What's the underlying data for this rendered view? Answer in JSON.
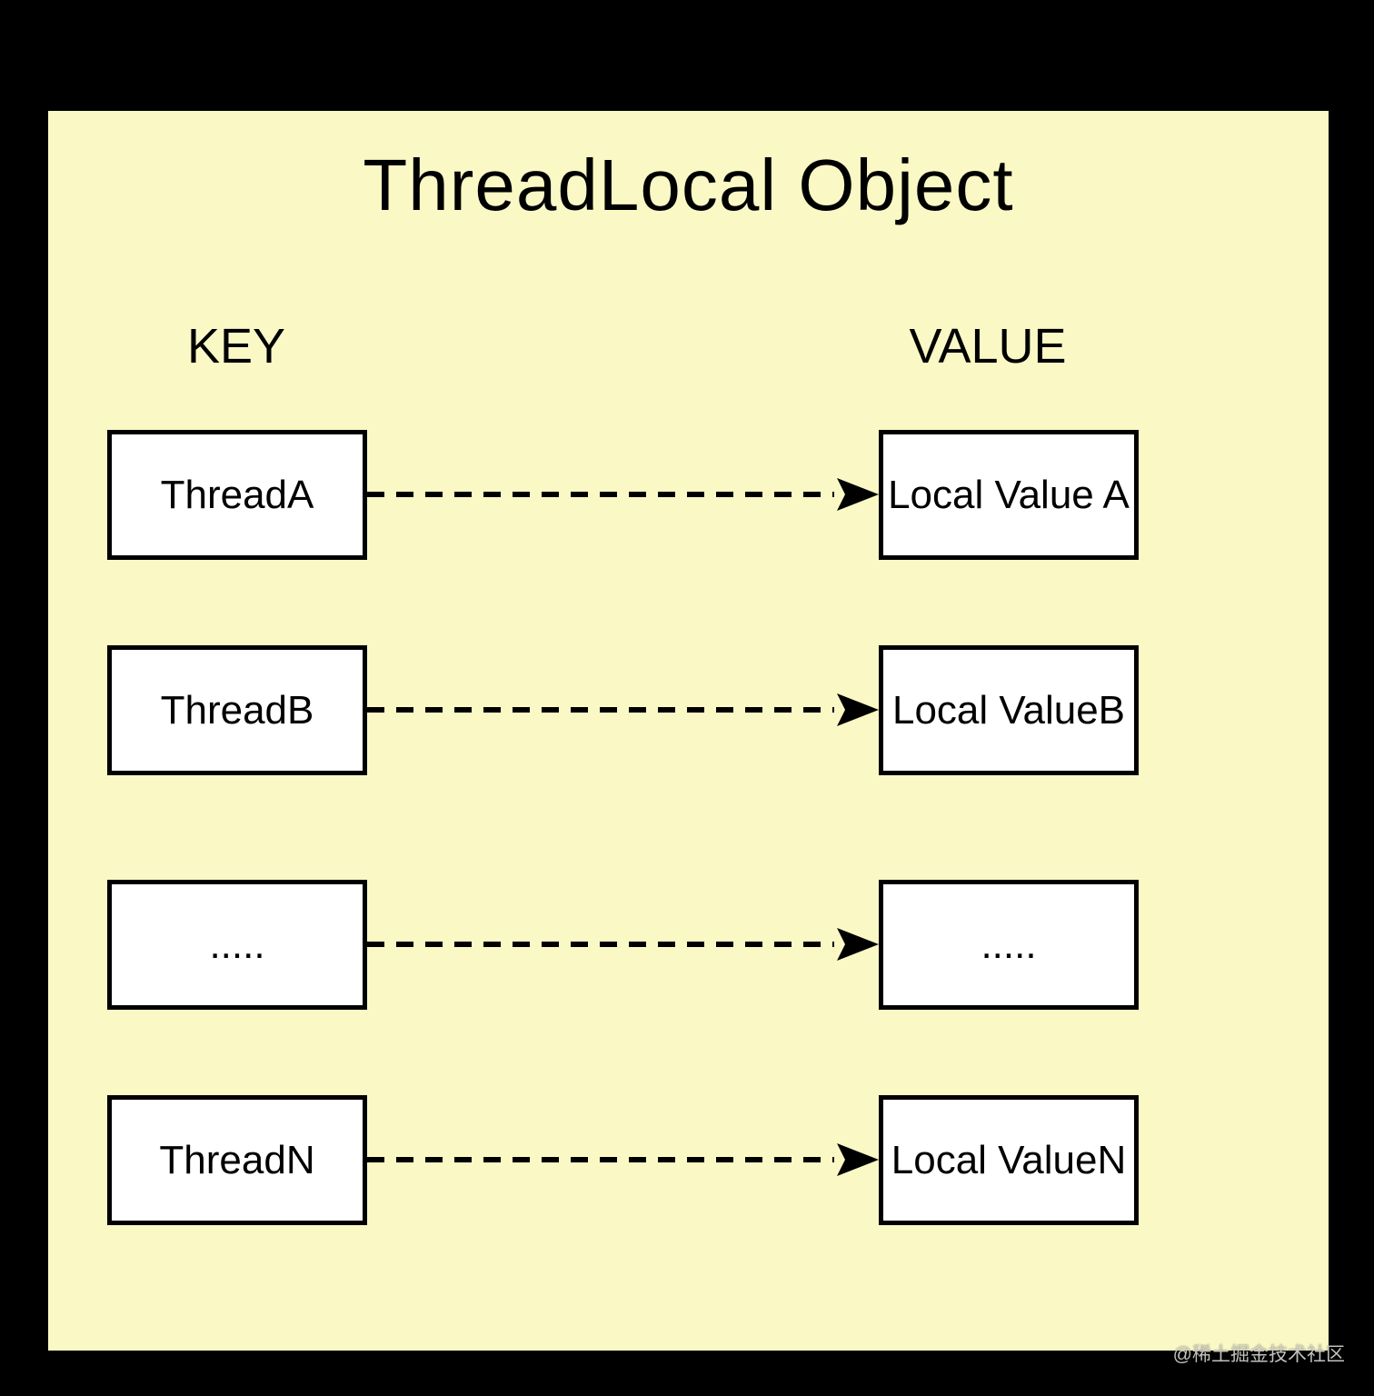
{
  "title": "ThreadLocal Object",
  "columns": {
    "key_label": "KEY",
    "value_label": "VALUE"
  },
  "rows": [
    {
      "key": "ThreadA",
      "value": "Local Value A"
    },
    {
      "key": "ThreadB",
      "value": "Local ValueB"
    },
    {
      "key": ".....",
      "value": "....."
    },
    {
      "key": "ThreadN",
      "value": "Local ValueN"
    }
  ],
  "watermark": "@稀土掘金技术社区",
  "colors": {
    "background": "#000000",
    "panel": "#FAF9C5",
    "box_fill": "#FFFFFF",
    "stroke": "#000000",
    "watermark_text": "#D6D6D0"
  }
}
